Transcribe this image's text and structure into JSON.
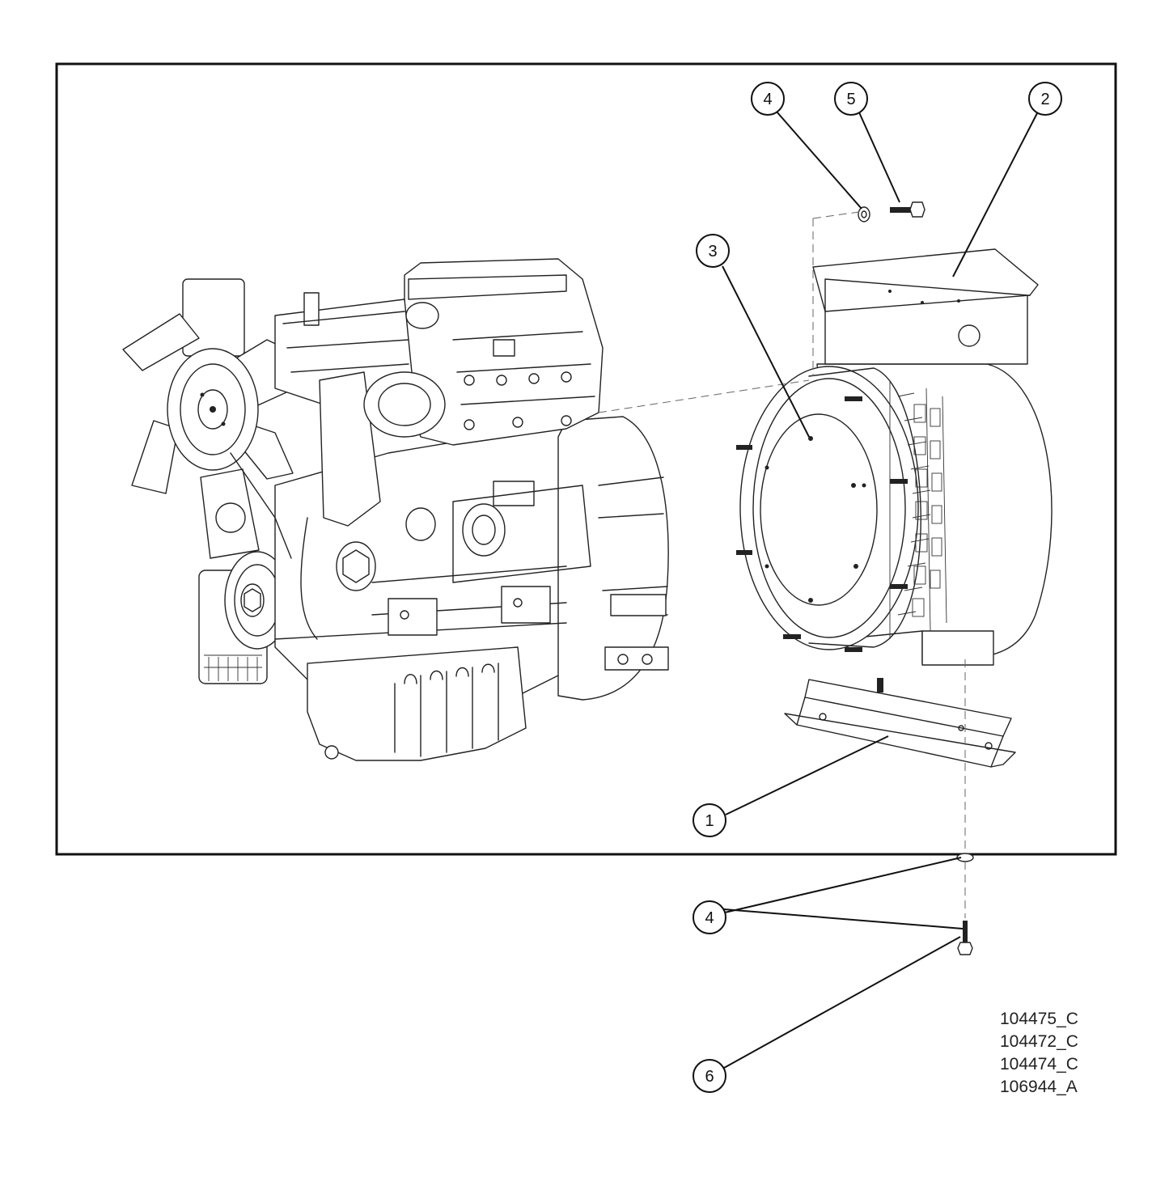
{
  "callouts": [
    {
      "id": "callout-4-top",
      "label": "4"
    },
    {
      "id": "callout-5",
      "label": "5"
    },
    {
      "id": "callout-2",
      "label": "2"
    },
    {
      "id": "callout-3",
      "label": "3"
    },
    {
      "id": "callout-1",
      "label": "1"
    },
    {
      "id": "callout-4-bottom",
      "label": "4"
    },
    {
      "id": "callout-6",
      "label": "6"
    }
  ],
  "drawing_numbers": [
    "104475_C",
    "104472_C",
    "104474_C",
    "106944_A"
  ]
}
